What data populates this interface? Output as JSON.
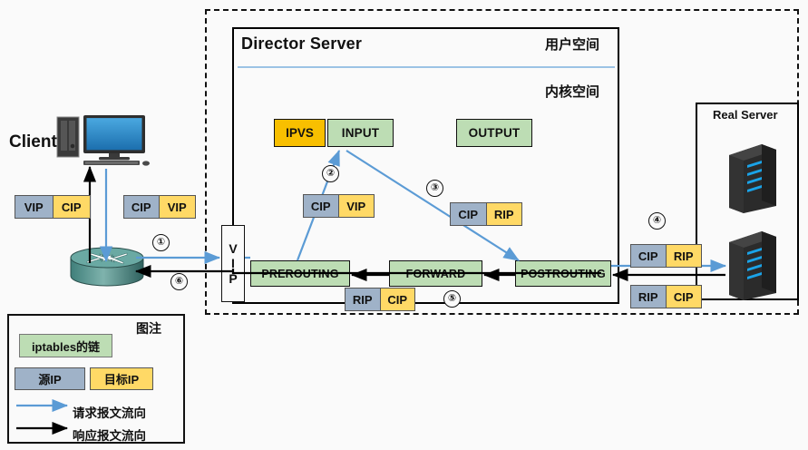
{
  "diagram": {
    "title": "LVS NAT packet flow",
    "colors": {
      "chain_green": "#bdddb4",
      "ipvs_amber": "#f8bf00",
      "src_blue_gray": "#9fb2c8",
      "dst_yellow": "#ffd966",
      "request_arrow": "#5b9bd5",
      "response_arrow": "#000000",
      "divider_blue": "#9cc3e5"
    }
  },
  "director": {
    "title": "Director Server",
    "user_space": "用户空间",
    "kernel_space": "内核空间",
    "ipvs": "IPVS",
    "vip_vertical": [
      "V",
      "I",
      "P"
    ],
    "chains": [
      {
        "name": "INPUT"
      },
      {
        "name": "OUTPUT"
      },
      {
        "name": "PREROUTING"
      },
      {
        "name": "FORWARD"
      },
      {
        "name": "POSTROUTING"
      }
    ]
  },
  "client": {
    "label": "Client"
  },
  "real_server": {
    "title": "Real Server"
  },
  "packets": {
    "client_response": {
      "src": "VIP",
      "dst": "CIP"
    },
    "client_request": {
      "src": "CIP",
      "dst": "VIP"
    },
    "director_in": {
      "src": "CIP",
      "dst": "VIP"
    },
    "director_dnat": {
      "src": "CIP",
      "dst": "RIP"
    },
    "director_out": {
      "src": "RIP",
      "dst": "CIP"
    },
    "rs_in": {
      "src": "CIP",
      "dst": "RIP"
    },
    "rs_out": {
      "src": "RIP",
      "dst": "CIP"
    }
  },
  "steps": {
    "s1": "①",
    "s2": "②",
    "s3": "③",
    "s4": "④",
    "s5": "⑤",
    "s6": "⑥"
  },
  "legend": {
    "title": "图注",
    "chain": "iptables的链",
    "src_ip": "源IP",
    "dst_ip": "目标IP",
    "request_flow": "请求报文流向",
    "response_flow": "响应报文流向"
  }
}
